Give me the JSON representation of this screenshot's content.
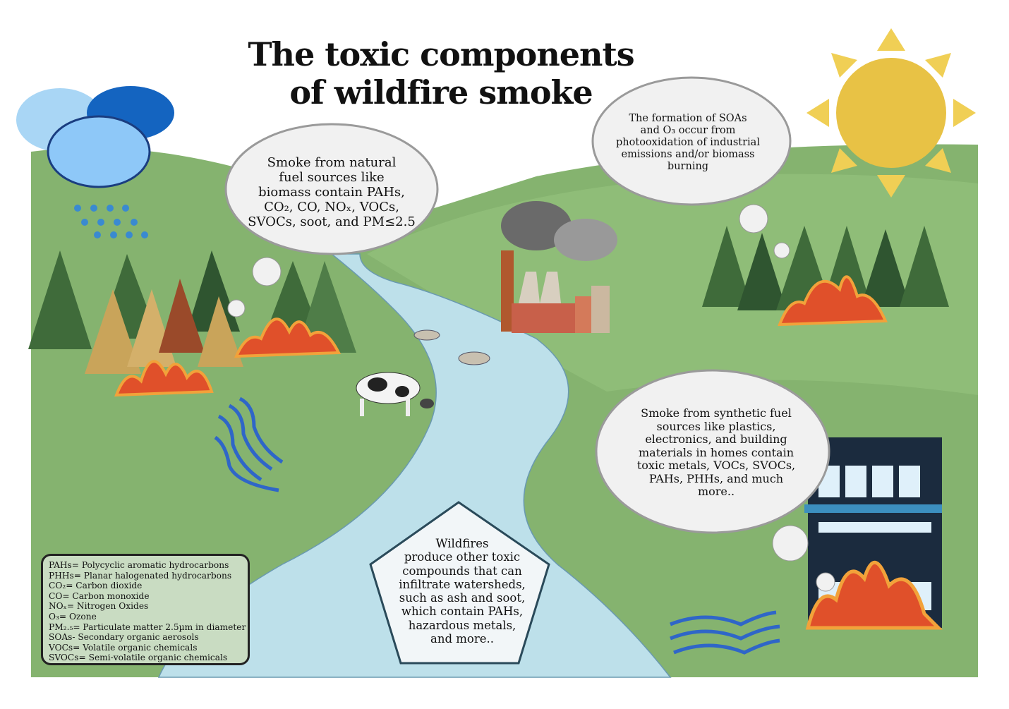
{
  "title": {
    "line1": "The toxic components",
    "line2": "of wildfire smoke"
  },
  "bubbles": {
    "natural": [
      "Smoke from natural",
      "fuel sources like",
      "biomass contain PAHs,",
      "CO₂, CO, NOₓ, VOCs,",
      "SVOCs, soot, and PM≤2.5"
    ],
    "soa": [
      "The formation of SOAs",
      "and O₃ occur from",
      "photooxidation of industrial",
      "emissions and/or  biomass",
      "burning"
    ],
    "synthetic": [
      "Smoke from synthetic fuel",
      "sources like plastics,",
      "electronics, and building",
      "materials in homes contain",
      "toxic metals, VOCs, SVOCs,",
      "PAHs, PHHs, and much",
      "more.."
    ],
    "watershed": [
      "Wildfires",
      "produce other toxic",
      "compounds that can",
      "infiltrate watersheds,",
      "such as ash and soot,",
      "which contain PAHs,",
      "hazardous metals,",
      "and more.."
    ]
  },
  "legend": [
    "PAHs= Polycyclic aromatic hydrocarbons",
    "PHHs= Planar halogenated hydrocarbons",
    "CO₂= Carbon dioxide",
    "CO= Carbon monoxide",
    "NOₓ= Nitrogen Oxides",
    "O₃= Ozone",
    "PM₂.₅= Particulate matter 2.5µm in diameter",
    "SOAs- Secondary organic aerosols",
    "VOCs= Volatile organic chemicals",
    "SVOCs= Semi-volatile organic chemicals"
  ],
  "colors": {
    "grass": "#85b36f",
    "river": "#bde0ea",
    "sun": "#e8c245",
    "fire": "#e0502a"
  }
}
